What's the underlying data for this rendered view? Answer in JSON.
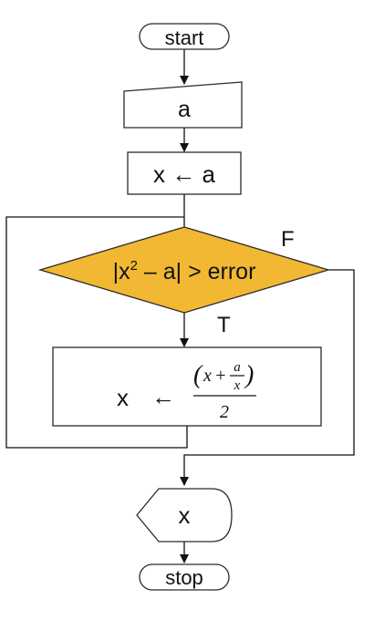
{
  "flowchart": {
    "start_label": "start",
    "input_label": "a",
    "assign_label": "x ← a",
    "decision": {
      "prefix": "|x",
      "exponent": "2",
      "suffix": " – a| > error"
    },
    "false_label": "F",
    "true_label": "T",
    "update": {
      "lhs": "x",
      "arrow": "←",
      "numerator_open": "(",
      "numerator_x": "x",
      "numerator_plus": "+",
      "frac_num": "a",
      "frac_den": "x",
      "numerator_close": ")",
      "denominator": "2"
    },
    "output_label": "x",
    "stop_label": "stop"
  },
  "colors": {
    "decision_fill": "#F2B833",
    "stroke": "#2b2b2b"
  }
}
